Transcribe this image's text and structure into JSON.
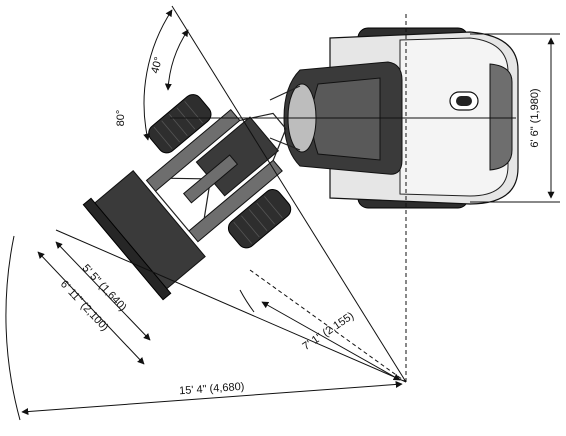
{
  "dimensions": {
    "width_label": "6' 6\" (1,980)",
    "bucket_inner_label": "5' 5\" (1,640)",
    "bucket_outer_label": "6' 11\" (2,100)",
    "inner_radius_label": "7' 1\" (2,155)",
    "outer_radius_label": "15' 4\" (4,680)",
    "angle_small_label": "40°",
    "angle_large_label": "80°"
  },
  "colors": {
    "line": "#111111",
    "body_dark": "#3a3a3a",
    "body_light": "#e6e6e6"
  }
}
